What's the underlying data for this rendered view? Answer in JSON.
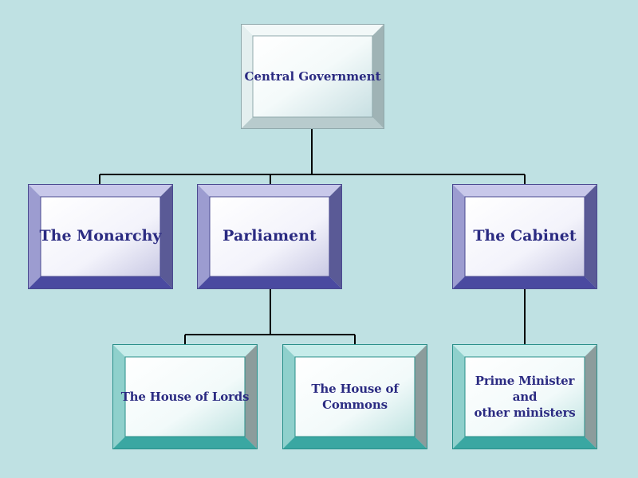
{
  "diagram": {
    "root": {
      "label": "Central Government"
    },
    "level1": [
      {
        "label": "The Monarchy"
      },
      {
        "label": "Parliament"
      },
      {
        "label": "The Cabinet"
      }
    ],
    "level2": [
      {
        "label": "The House of Lords"
      },
      {
        "label": "The House of Commons"
      },
      {
        "label": "Prime Minister\nand\nother ministers"
      }
    ]
  },
  "colors": {
    "background": "#bfe1e3",
    "root_bevel": "#a9c3c7",
    "level1_bevel": "#4a4aa0",
    "level2_bevel": "#3aa7a2",
    "text": "#2b2b82",
    "connector": "#000000"
  }
}
